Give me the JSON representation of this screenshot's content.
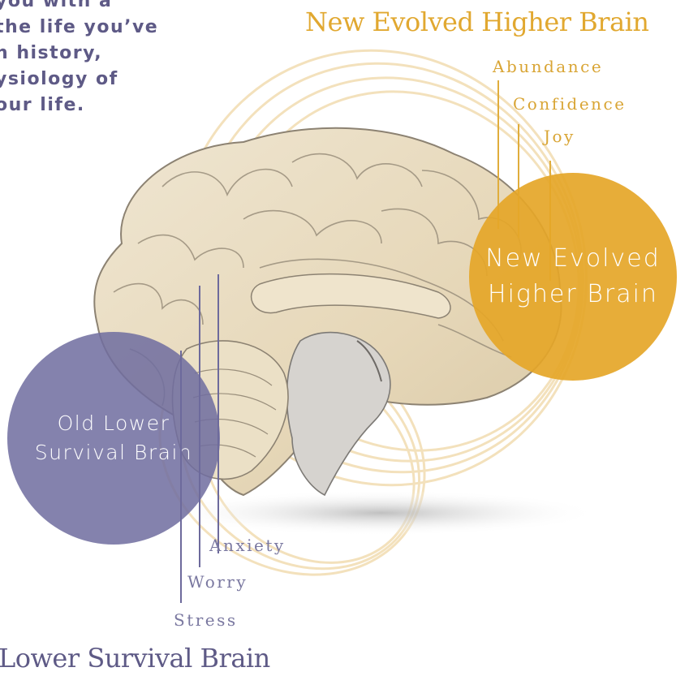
{
  "intro": {
    "lines": [
      "you with a",
      "the life you’ve",
      "n history,",
      "ysiology of",
      "our life."
    ]
  },
  "titles": {
    "higher": "New Evolved Higher Brain",
    "lower": "Lower Survival Brain"
  },
  "higher_circle": {
    "line1": "New Evolved",
    "line2": "Higher Brain"
  },
  "lower_circle": {
    "line1": "Old Lower",
    "line2": "Survival Brain"
  },
  "higher_labels": [
    "Abundance",
    "Confidence",
    "Joy"
  ],
  "lower_labels": [
    "Anxiety",
    "Worry",
    "Stress"
  ],
  "colors": {
    "gold": "#e1a830",
    "purple": "#5e5a86",
    "brain_fill": "#e9dcc0",
    "brain_line": "#8c8272"
  },
  "illustration": "brain-sagittal-section"
}
